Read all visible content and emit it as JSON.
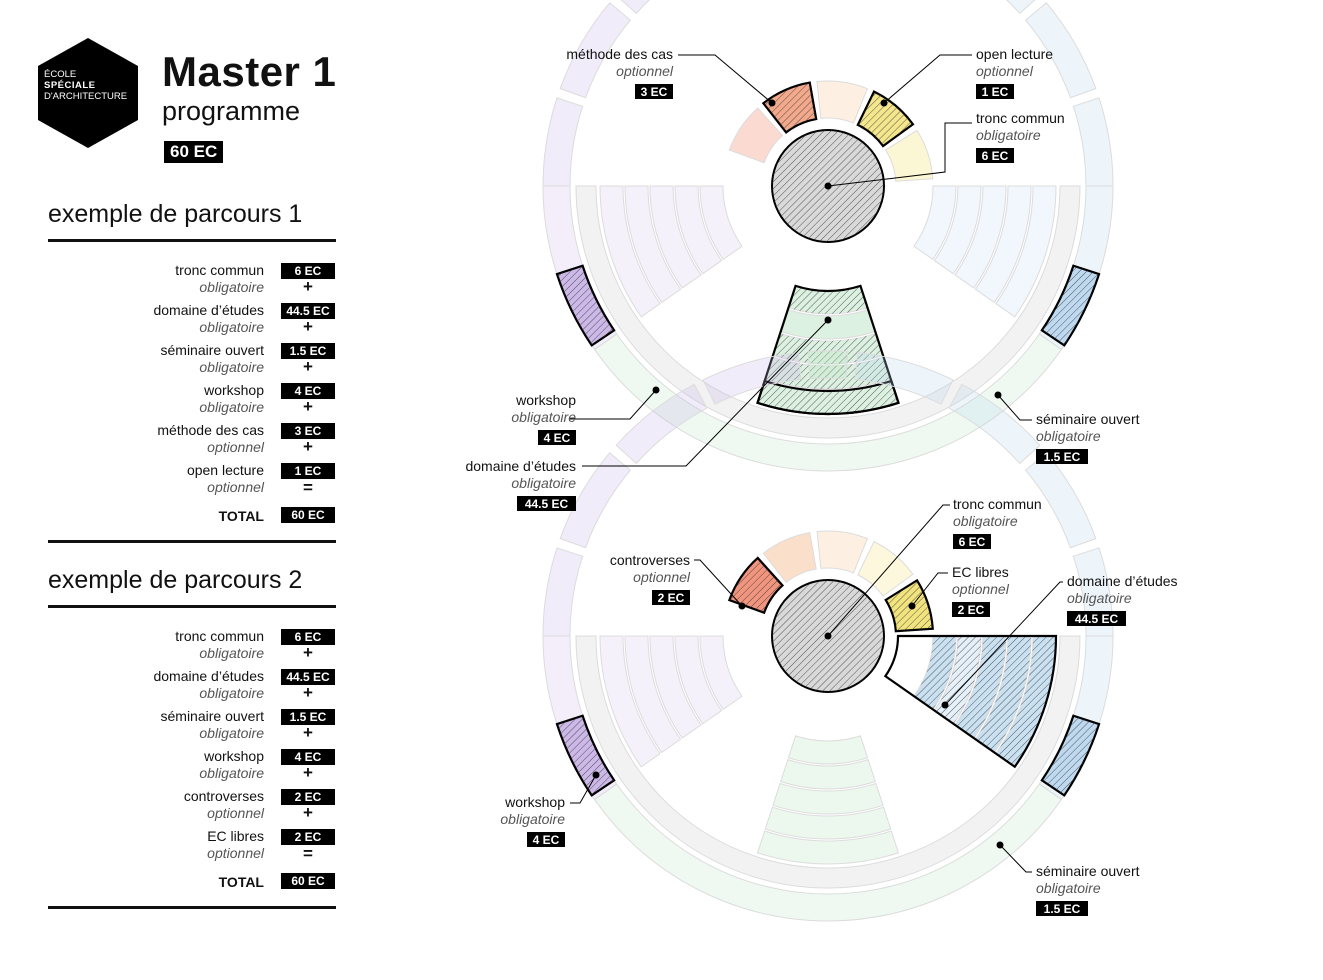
{
  "header": {
    "logo_line1": "ÉCOLE",
    "logo_line2": "SPÉCIALE",
    "logo_line3": "D'ARCHITECTURE",
    "title": "Master 1",
    "subtitle": "programme",
    "total_badge": "60 EC"
  },
  "parcours": [
    {
      "title": "exemple de parcours 1",
      "items": [
        {
          "name": "tronc commun",
          "status": "obligatoire",
          "ec": "6 EC"
        },
        {
          "name": "domaine d’études",
          "status": "obligatoire",
          "ec": "44.5 EC"
        },
        {
          "name": "séminaire ouvert",
          "status": "obligatoire",
          "ec": "1.5 EC"
        },
        {
          "name": "workshop",
          "status": "obligatoire",
          "ec": "4 EC"
        },
        {
          "name": "méthode des cas",
          "status": "optionnel",
          "ec": "3 EC"
        },
        {
          "name": "open lecture",
          "status": "optionnel",
          "ec": "1 EC"
        }
      ],
      "plus": "+",
      "equals": "=",
      "total_label": "TOTAL",
      "total_ec": "60 EC"
    },
    {
      "title": "exemple de parcours 2",
      "items": [
        {
          "name": "tronc commun",
          "status": "obligatoire",
          "ec": "6 EC"
        },
        {
          "name": "domaine d’études",
          "status": "obligatoire",
          "ec": "44.5 EC"
        },
        {
          "name": "séminaire ouvert",
          "status": "obligatoire",
          "ec": "1.5 EC"
        },
        {
          "name": "workshop",
          "status": "obligatoire",
          "ec": "4 EC"
        },
        {
          "name": "controverses",
          "status": "optionnel",
          "ec": "2 EC"
        },
        {
          "name": "EC libres",
          "status": "optionnel",
          "ec": "2 EC"
        }
      ],
      "plus": "+",
      "equals": "=",
      "total_label": "TOTAL",
      "total_ec": "60 EC"
    }
  ],
  "diagram1": {
    "callouts": [
      {
        "name": "méthode des cas",
        "status": "optionnel",
        "ec": "3 EC"
      },
      {
        "name": "open lecture",
        "status": "optionnel",
        "ec": "1 EC"
      },
      {
        "name": "tronc commun",
        "status": "obligatoire",
        "ec": "6 EC"
      },
      {
        "name": "workshop",
        "status": "obligatoire",
        "ec": "4 EC"
      },
      {
        "name": "domaine d’études",
        "status": "obligatoire",
        "ec": "44.5 EC"
      },
      {
        "name": "séminaire ouvert",
        "status": "obligatoire",
        "ec": "1.5 EC"
      }
    ]
  },
  "diagram2": {
    "callouts": [
      {
        "name": "tronc commun",
        "status": "obligatoire",
        "ec": "6 EC"
      },
      {
        "name": "controverses",
        "status": "optionnel",
        "ec": "2 EC"
      },
      {
        "name": "EC libres",
        "status": "optionnel",
        "ec": "2 EC"
      },
      {
        "name": "domaine d’études",
        "status": "obligatoire",
        "ec": "44.5 EC"
      },
      {
        "name": "workshop",
        "status": "obligatoire",
        "ec": "4 EC"
      },
      {
        "name": "séminaire ouvert",
        "status": "obligatoire",
        "ec": "1.5 EC"
      }
    ]
  },
  "colors": {
    "tronc": "#d9d9d9",
    "domaine_green": "#bfe6c8",
    "domaine_blue": "#b9d7ee",
    "workshop": "#c8b3e6",
    "seminaire": "#b9d7ee",
    "methode": "#f2a07f",
    "open": "#f2e37f",
    "controverses": "#f08a70",
    "ec_libres": "#f0e070",
    "ring": "#f2f2f2"
  }
}
